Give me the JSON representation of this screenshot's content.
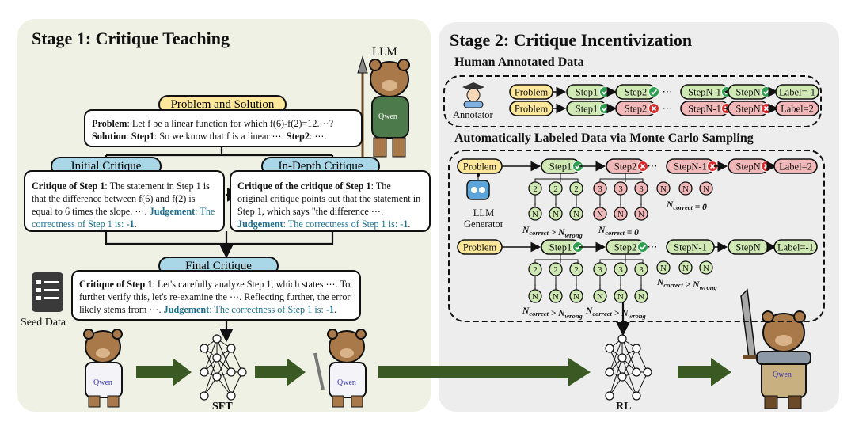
{
  "stage1": {
    "title": "Stage 1: Critique Teaching",
    "llm_label": "LLM",
    "problem_pill": "Problem and Solution",
    "problem_label": "Problem",
    "problem_text": ": Let f be a linear function for which f(6)-f(2)=12.⋯?",
    "solution_label": "Solution",
    "solution_mid": ": ",
    "solution_step1": "Step1",
    "solution_text1": ": So we know that f is a linear ⋯. ",
    "solution_step2": "Step2",
    "solution_text2": ": ⋯.",
    "initial_pill": "Initial Critique",
    "initial_head": "Critique of Step 1",
    "initial_text": ": The statement in Step 1 is that the difference between f(6) and f(2) is equal to 6 times the slope. ⋯. ",
    "initial_judge": "Judgement",
    "initial_corr": ": The correctness of Step 1 is: ",
    "initial_value": "-1",
    "indepth_pill": "In-Depth Critique",
    "indepth_head": "Critique of the critique of Step 1",
    "indepth_text": ": The original critique points out that the statement in Step 1, which says \"the difference ⋯. ",
    "indepth_judge": "Judgement",
    "indepth_corr": ": The correctness of Step 1 is: ",
    "indepth_value": "-1",
    "final_pill": "Final Critique",
    "final_head": "Critique of Step 1",
    "final_text": ": Let's carefully analyze Step 1, which states ⋯. To further verify this, let's re-examine the ⋯. Reflecting further, the error likely stems from ⋯. ",
    "final_judge": "Judgement",
    "final_corr": ": The correctness of Step 1 is: ",
    "final_value": "-1",
    "seed_label": "Seed Data",
    "sft_label": "SFT",
    "mascot_shirt": "Qwen"
  },
  "stage2": {
    "title": "Stage 2: Critique Incentivization",
    "human_title": "Human Annotated Data",
    "annotator_label": "Annotator",
    "human_rows": [
      {
        "problem": "Problem",
        "steps": [
          "Step1",
          "Step2",
          "StepN-1",
          "StepN"
        ],
        "marks": [
          "check",
          "check",
          "check",
          "check"
        ],
        "label": "Label=-1"
      },
      {
        "problem": "Problem",
        "steps": [
          "Step1",
          "Step2",
          "StepN-1",
          "StepN"
        ],
        "marks": [
          "check",
          "cross",
          "cross",
          "cross"
        ],
        "label": "Label=2"
      }
    ],
    "auto_title": "Automatically Labeled Data via Monte Carlo Sampling",
    "generator_label_1": "LLM",
    "generator_label_2": "Generator",
    "mc_row1": {
      "problem": "Problem",
      "steps": [
        "Step1",
        "Step2",
        "StepN-1",
        "StepN"
      ],
      "marks": [
        "check",
        "cross",
        "cross",
        "cross"
      ],
      "label": "Label=2"
    },
    "mc_row2": {
      "problem": "Problem",
      "steps": [
        "Step1",
        "Step2",
        "StepN-1",
        "StepN"
      ],
      "marks": [
        "check",
        "check",
        "",
        ""
      ],
      "label": "Label=-1"
    },
    "ellipsis": "⋯",
    "vdots": "⋮",
    "node_n": "N",
    "node_2": "2",
    "node_3": "3",
    "n_correct": "N",
    "sub_correct": "correct",
    "sub_wrong": "wrong",
    "gt": " > ",
    "eq0": " = 0",
    "rl_label": "RL",
    "mascot_shirt": "Qwen"
  },
  "colors": {
    "green_fill": "#cfe8b4",
    "red_fill": "#f0b8b8",
    "yellow_fill": "#fde79a",
    "blue_fill": "#a9d7e8",
    "arrow_green": "#3b5a23",
    "check": "#2e9e4f",
    "cross": "#d92b2b"
  }
}
